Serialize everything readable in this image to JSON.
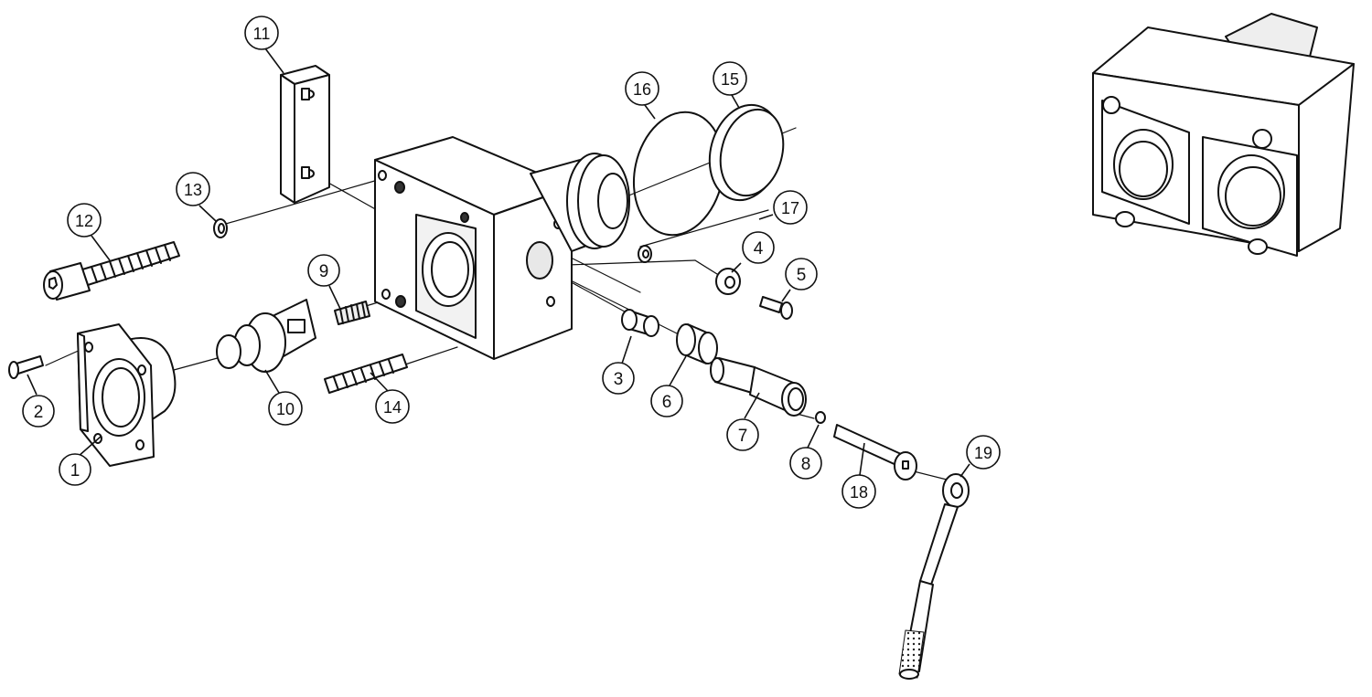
{
  "diagram": {
    "kind": "exploded-parts-view",
    "line_color": "#111111",
    "fill_color": "#ffffff",
    "shade_color": "#d9d9d9",
    "callouts": [
      {
        "id": "1",
        "label": "1"
      },
      {
        "id": "2",
        "label": "2"
      },
      {
        "id": "3",
        "label": "3"
      },
      {
        "id": "4",
        "label": "4"
      },
      {
        "id": "5",
        "label": "5"
      },
      {
        "id": "6",
        "label": "6"
      },
      {
        "id": "7",
        "label": "7"
      },
      {
        "id": "8",
        "label": "8"
      },
      {
        "id": "9",
        "label": "9"
      },
      {
        "id": "10",
        "label": "10"
      },
      {
        "id": "11",
        "label": "11"
      },
      {
        "id": "12",
        "label": "12"
      },
      {
        "id": "13",
        "label": "13"
      },
      {
        "id": "14",
        "label": "14"
      },
      {
        "id": "15",
        "label": "15"
      },
      {
        "id": "16",
        "label": "16"
      },
      {
        "id": "17",
        "label": "17"
      },
      {
        "id": "18",
        "label": "18"
      },
      {
        "id": "19",
        "label": "19"
      }
    ]
  }
}
